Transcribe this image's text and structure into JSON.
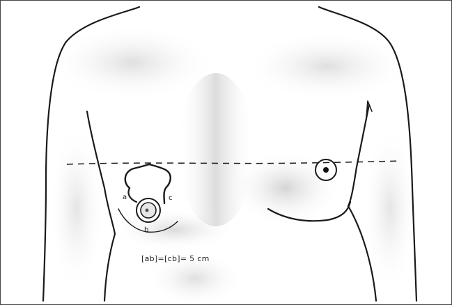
{
  "labels": {
    "point_a": "a",
    "point_b": "b",
    "point_c": "c",
    "measurement": "[ab]=[cb]= 5 cm"
  },
  "colors": {
    "outline": "#1a1a1a",
    "paper": "#ffffff",
    "shading": "#bdbdbd"
  }
}
